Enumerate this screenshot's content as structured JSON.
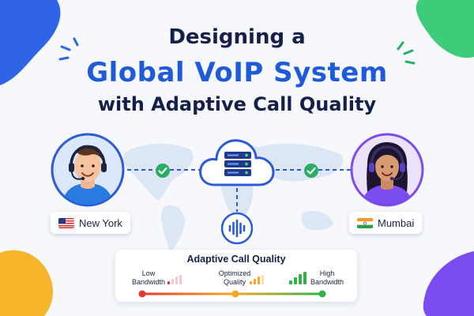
{
  "title": {
    "line1": "Designing a",
    "line2": "Global VoIP System",
    "line3": "with Adaptive Call Quality"
  },
  "colors": {
    "title_dark": "#14204a",
    "title_blue": "#1f5bd8",
    "link_dashed": "#2b5bd7",
    "check_green": "#27ae60",
    "low": "#e53935",
    "mid": "#f5a623",
    "high": "#34b24a"
  },
  "icons": {
    "server": "server-cloud-icon",
    "voice": "voice-waveform-icon",
    "check": "check-circle-icon"
  },
  "locations": {
    "left": {
      "label": "New York",
      "flag": "us-flag"
    },
    "right": {
      "label": "Mumbai",
      "flag": "india-flag"
    }
  },
  "quality": {
    "title": "Adaptive Call Quality",
    "low_line1": "Low",
    "low_line2": "Bandwidth",
    "mid_line1": "Optimized",
    "mid_line2": "Quality",
    "high_line1": "High",
    "high_line2": "Bandwidth"
  }
}
